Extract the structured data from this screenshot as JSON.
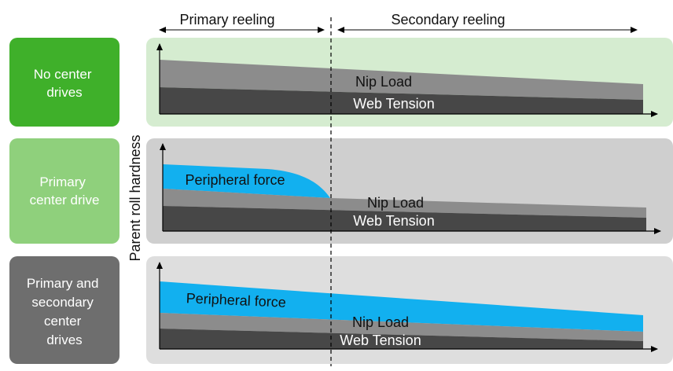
{
  "header": {
    "left_label": "Primary reeling",
    "right_label": "Secondary reeling"
  },
  "y_axis_label": "Parent roll hardness",
  "rows": [
    {
      "label_lines": [
        "No center",
        "drives"
      ],
      "colors": {
        "label_bg": "#3fb02a",
        "panel_bg": "#d5ecd0"
      },
      "layers": {
        "nip_load": "Nip Load",
        "web_tension": "Web Tension"
      }
    },
    {
      "label_lines": [
        "Primary",
        "center drive"
      ],
      "colors": {
        "label_bg": "#8fd07c",
        "panel_bg": "#cfcfcf"
      },
      "layers": {
        "peripheral_force": "Peripheral force",
        "nip_load": "Nip Load",
        "web_tension": "Web Tension"
      }
    },
    {
      "label_lines": [
        "Primary and",
        "secondary",
        "center",
        "drives"
      ],
      "colors": {
        "label_bg": "#6e6e6e",
        "panel_bg": "#dedede"
      },
      "layers": {
        "peripheral_force": "Peripheral force",
        "nip_load": "Nip Load",
        "web_tension": "Web Tension"
      }
    }
  ],
  "colors": {
    "peripheral_force": "#12b0ef",
    "nip_load": "#8c8c8c",
    "web_tension": "#474747",
    "axis": "#000000"
  }
}
